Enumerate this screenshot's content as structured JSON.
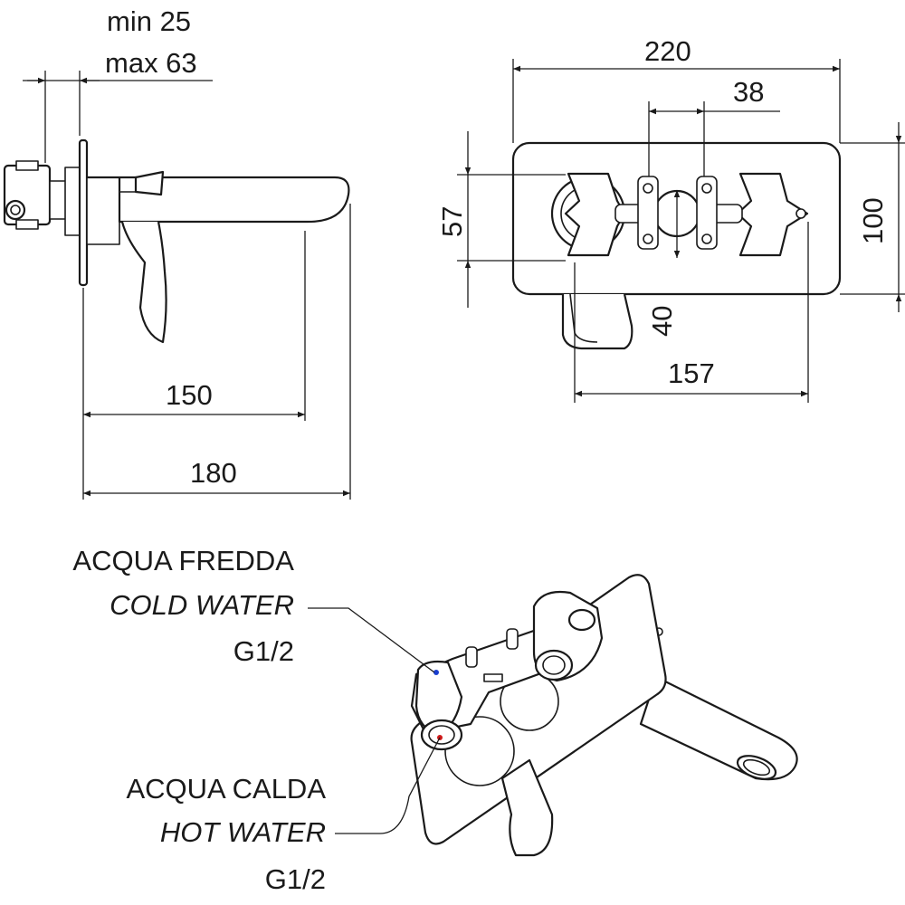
{
  "side_view": {
    "depth_min": "min 25",
    "depth_max": "max 63",
    "spout_length": "150",
    "total_length": "180"
  },
  "front_view": {
    "plate_width": "220",
    "plate_height": "100",
    "inlet_spacing": "38",
    "valve_height": "57",
    "valve_offset": "40",
    "body_width": "157"
  },
  "labels": {
    "cold_it": "ACQUA FREDDA",
    "cold_en": "COLD WATER",
    "cold_thread": "G1/2",
    "hot_it": "ACQUA CALDA",
    "hot_en": "HOT WATER",
    "hot_thread": "G1/2"
  },
  "colors": {
    "cold_marker": "#1a3fd0",
    "hot_marker": "#d01a1a"
  }
}
